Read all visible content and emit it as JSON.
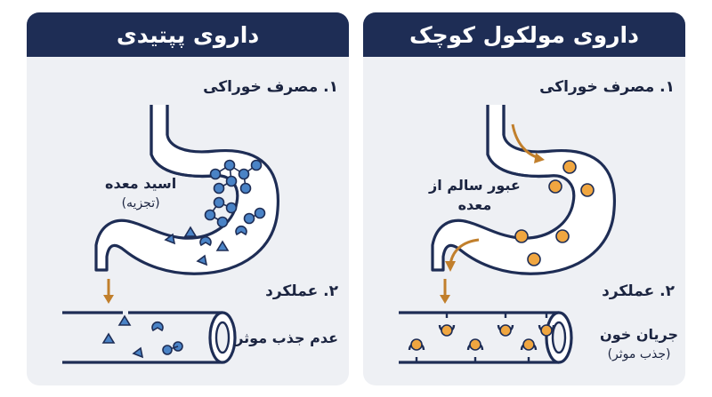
{
  "colors": {
    "navy": "#1e2d55",
    "panel_bg": "#eef0f4",
    "peptide_blue": "#4a83c6",
    "molecule_orange": "#f0a640",
    "arrow_brown": "#c17f2c"
  },
  "left_panel": {
    "title": "داروی پپتیدی",
    "step1": "۱. مصرف خوراکی",
    "acid_label": "اسید معده",
    "acid_sub": "(تجزیه)",
    "step2": "۲. عملکرد",
    "absorption_label": "عدم جذب موثر"
  },
  "right_panel": {
    "title": "داروی مولکول کوچک",
    "step1": "۱. مصرف خوراکی",
    "pass_label_line1": "عبور سالم از",
    "pass_label_line2": "معده",
    "step2": "۲. عملکرد",
    "blood_label": "جریان خون",
    "blood_sub": "(جذب موثر)"
  },
  "icons": [
    "stomach-icon",
    "intestine-tube-icon",
    "peptide-chain-icon",
    "small-molecule-icon",
    "flow-arrow-icon"
  ]
}
